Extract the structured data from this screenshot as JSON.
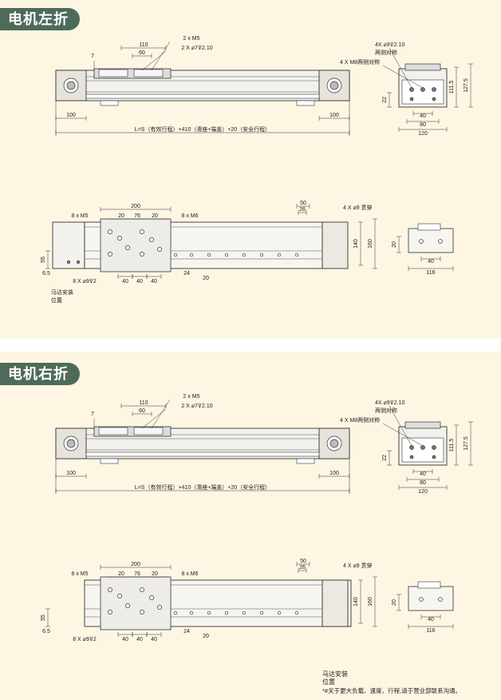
{
  "section_left": {
    "title": "电机左折",
    "labels": {
      "m5": "2 x M5",
      "c7": "2 X ⌀7⊽2.10",
      "d110": "110",
      "d60": "60",
      "d7": "7",
      "d100a": "100",
      "d100b": "100",
      "formula": "L=S（有效行程）+410（滑座+端盖）+20（安全行程）",
      "hole9": "4X ⌀9⊽2.10",
      "sym1": "两侧对称",
      "m8": "4 X M8两侧对称",
      "d22": "22",
      "d111": "111.5",
      "d127": "127.5",
      "d40": "40",
      "d80": "80",
      "d120": "120",
      "d200": "200",
      "d20a": "20",
      "d76": "76",
      "d20b": "20",
      "m5b": "8 x M5",
      "m6": "8 x M6",
      "d50": "50",
      "d26": "26",
      "thru": "4 X ⌀9 贯穿",
      "d140": "140",
      "d160": "160",
      "d55": "55",
      "d65": "6.5",
      "c9": "8 X ⌀9⊽2",
      "motor1": "马达安装",
      "motor2": "位置",
      "b40a": "40",
      "b40b": "40",
      "b40c": "40",
      "b24": "24",
      "b20": "20",
      "s20": "20",
      "s40": "40",
      "s116": "116"
    }
  },
  "section_right": {
    "title": "电机右折",
    "labels": {
      "m5": "2 x M5",
      "c7": "2 X ⌀7⊽2.10",
      "d110": "110",
      "d60": "60",
      "d7": "7",
      "d100a": "100",
      "d100b": "100",
      "formula": "L=S（有效行程）+410（滑座+端盖）+20（安全行程）",
      "hole9": "4X ⌀9⊽2.10",
      "sym1": "两侧对称",
      "m8": "4 X M8两侧对称",
      "d22": "22",
      "d111": "111.5",
      "d127": "127.5",
      "d40": "40",
      "d80": "80",
      "d120": "120",
      "d200": "200",
      "d20a": "20",
      "d76": "76",
      "d20b": "20",
      "m5b": "8 x M5",
      "m6": "8 x M6",
      "d50": "50",
      "d26": "26",
      "thru": "4 X ⌀9 贯穿",
      "d140": "140",
      "d160": "160",
      "d55": "55",
      "d65": "6.5",
      "c9": "8 X ⌀9⊽2",
      "motor1": "马达安装",
      "motor2": "位置",
      "b40a": "40",
      "b40b": "40",
      "b40c": "40",
      "b24": "24",
      "b20": "20",
      "s20": "20",
      "s40": "40",
      "s116": "116"
    }
  },
  "footnote": "*#关于更大负载、速度、行程,请于营业部联系沟通。"
}
